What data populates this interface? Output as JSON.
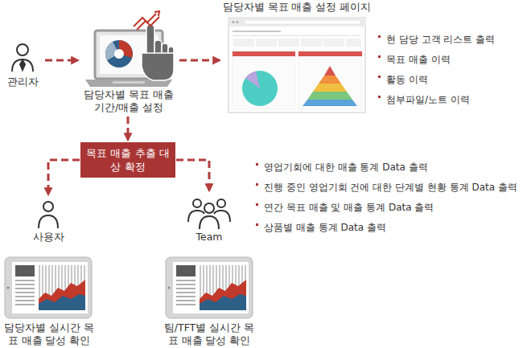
{
  "diagram": {
    "nodes": [
      {
        "text": [
          "관리자"
        ]
      },
      {
        "text": [
          "담당자별 목표 매출 기간/매출 설정"
        ]
      },
      {
        "text": [
          "담당자별 목표 매출 설정 페이지"
        ]
      },
      {
        "text": [
          "목표 매출 추출 대상 확정"
        ]
      },
      {
        "text": [
          "사용자"
        ]
      },
      {
        "text": [
          "Team"
        ]
      },
      {
        "text": [
          "담당자별 실시간 목표 매출 달성 확인"
        ]
      },
      {
        "text": [
          "팀/TFT별 실시간 목표 매출 달성 확인"
        ]
      }
    ],
    "edges": [
      {
        "from": 0,
        "to": 1,
        "arrow": "to"
      },
      {
        "from": 1,
        "to": 2,
        "arrow": "to"
      },
      {
        "from": 1,
        "to": 3,
        "arrow": "to"
      },
      {
        "from": 3,
        "to": 4,
        "arrow": "to"
      },
      {
        "from": 3,
        "to": 5,
        "arrow": "to"
      }
    ],
    "labels": [
      "현 담당 고객 리스트 출력",
      "목표 매출 이력",
      "활동 이력",
      "첨부파일/노트 이력",
      "영업기회에 대한 매출 통계 Data 출력",
      "진행 중인 영업기회 건에 대한 단계별 현황 통계 Data 출력",
      "연간 목표 매출 및 매출 통계 Data 출력",
      "상품별 매출 통계 Data 출력"
    ]
  }
}
